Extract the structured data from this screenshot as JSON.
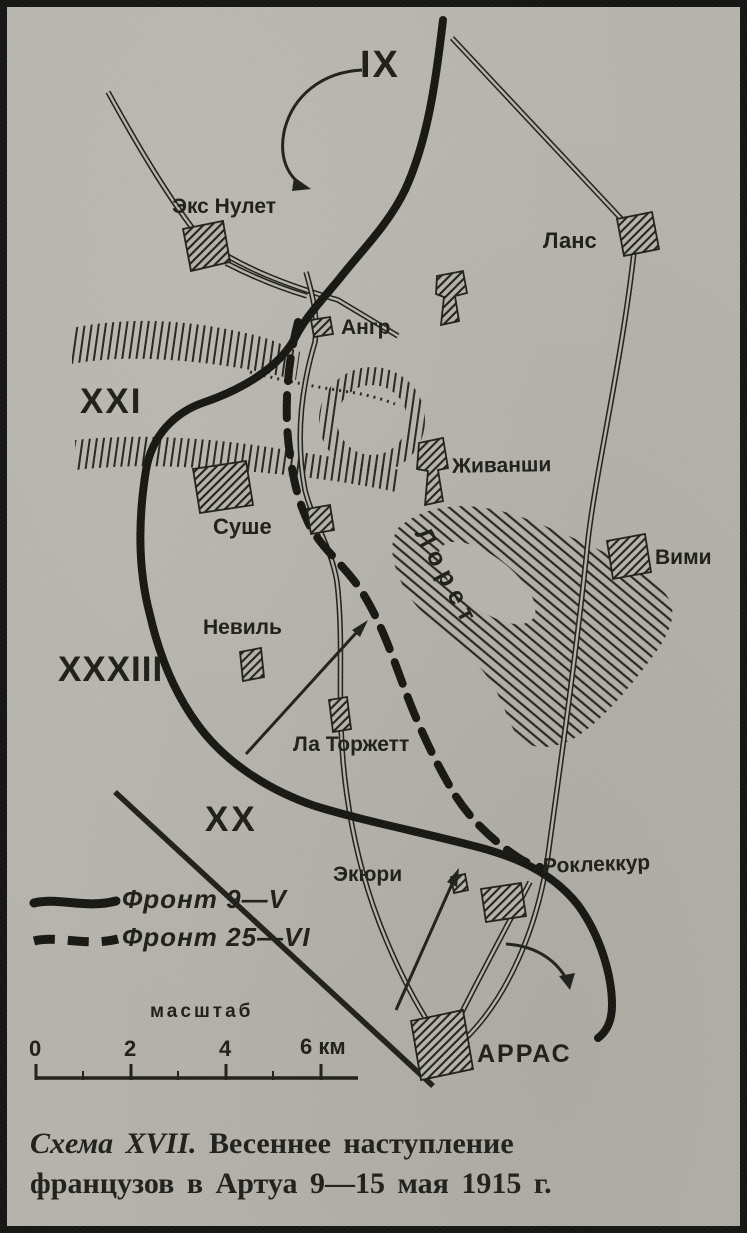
{
  "colors": {
    "paper": "#b6b4ac",
    "ink": "#1e1e1c"
  },
  "map": {
    "corps": {
      "ix": "IX",
      "xxi": "XXI",
      "xxxiii": "XXXIII",
      "xx": "XX"
    },
    "places": {
      "eks_nulet": "Экс Нулет",
      "lans": "Ланс",
      "angr": "Ангр",
      "zhivanshi": "Живанши",
      "sushe": "Суше",
      "vimi": "Вими",
      "loret": "Лорет",
      "nevil": "Невиль",
      "la_torzhett": "Ла Торжетт",
      "ekyuri": "Экюри",
      "rokleccur": "Роклеккур",
      "arras": "АРРАС"
    },
    "legend": {
      "front_solid": "Фронт 9—V",
      "front_dashed": "Фронт 25—VI"
    },
    "scale": {
      "title": "масштаб",
      "t0": "0",
      "t2": "2",
      "t4": "4",
      "t6": "6 км"
    }
  },
  "caption": {
    "schema": "Схема XVII.",
    "line1": "Весеннее наступление",
    "line2": "французов в Артуа 9—15 мая 1915 г."
  }
}
